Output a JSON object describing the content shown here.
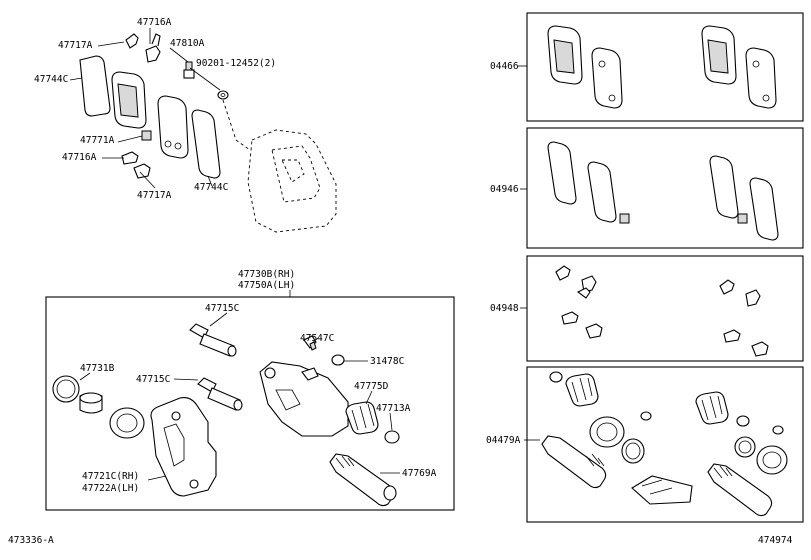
{
  "labels": {
    "p47716A_top": "47716A",
    "p47717A_top": "47717A",
    "p47810A": "47810A",
    "p47744C_left": "47744C",
    "p90201": "90201-12452(2)",
    "p47771A": "47771A",
    "p47716A_mid": "47716A",
    "p47717A_bot": "47717A",
    "p47744C_right": "47744C",
    "p47730B": "47730B(RH)",
    "p47750A": "47750A(LH)",
    "p47715C_top": "47715C",
    "p47547C": "47547C",
    "p31478C": "31478C",
    "p47731B": "47731B",
    "p47715C_mid": "47715C",
    "p47775D": "47775D",
    "p47713A": "47713A",
    "p47721C": "47721C(RH)",
    "p47722A": "47722A(LH)",
    "p47769A": "47769A",
    "kit04466": "04466",
    "kit04946": "04946",
    "kit04948": "04948",
    "kit04479A": "04479A"
  },
  "footer": {
    "left_code": "473336-A",
    "right_code": "474974"
  }
}
